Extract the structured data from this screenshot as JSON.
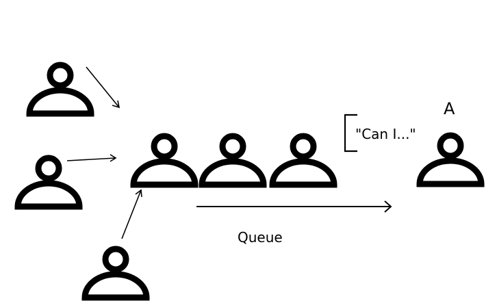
{
  "diagram": {
    "speech_text": "\"Can I...\"",
    "queue_label": "Queue",
    "server_label": "A",
    "line_color": "#000000",
    "background": "#ffffff",
    "icons": {
      "person": "person-icon",
      "arrow": "arrow-icon",
      "bracket": "bracket-icon"
    }
  }
}
